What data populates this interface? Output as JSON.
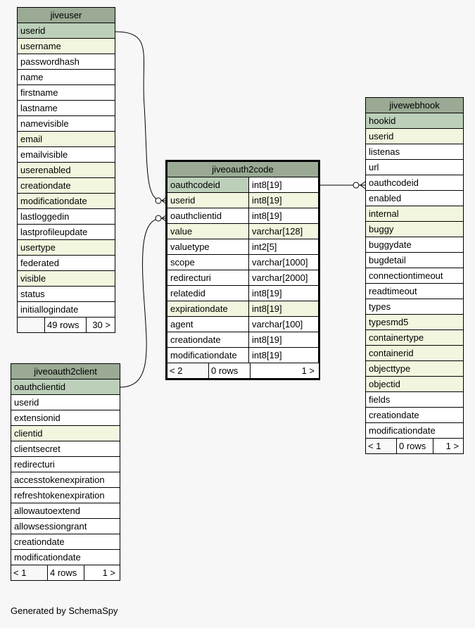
{
  "tables": {
    "jiveuser": {
      "name": "jiveuser",
      "rows": [
        {
          "name": "userid",
          "kind": "pk"
        },
        {
          "name": "username",
          "kind": "fk"
        },
        {
          "name": "passwordhash",
          "kind": "col"
        },
        {
          "name": "name",
          "kind": "col"
        },
        {
          "name": "firstname",
          "kind": "col"
        },
        {
          "name": "lastname",
          "kind": "col"
        },
        {
          "name": "namevisible",
          "kind": "col"
        },
        {
          "name": "email",
          "kind": "fk"
        },
        {
          "name": "emailvisible",
          "kind": "col"
        },
        {
          "name": "userenabled",
          "kind": "fk"
        },
        {
          "name": "creationdate",
          "kind": "fk"
        },
        {
          "name": "modificationdate",
          "kind": "fk"
        },
        {
          "name": "lastloggedin",
          "kind": "col"
        },
        {
          "name": "lastprofileupdate",
          "kind": "col"
        },
        {
          "name": "usertype",
          "kind": "fk"
        },
        {
          "name": "federated",
          "kind": "col"
        },
        {
          "name": "visible",
          "kind": "fk"
        },
        {
          "name": "status",
          "kind": "col"
        },
        {
          "name": "initiallogindate",
          "kind": "col"
        }
      ],
      "footer": [
        "",
        "49 rows",
        "30 >"
      ]
    },
    "jiveoauth2client": {
      "name": "jiveoauth2client",
      "rows": [
        {
          "name": "oauthclientid",
          "kind": "pk"
        },
        {
          "name": "userid",
          "kind": "col"
        },
        {
          "name": "extensionid",
          "kind": "col"
        },
        {
          "name": "clientid",
          "kind": "fk"
        },
        {
          "name": "clientsecret",
          "kind": "col"
        },
        {
          "name": "redirecturi",
          "kind": "col"
        },
        {
          "name": "accesstokenexpiration",
          "kind": "col"
        },
        {
          "name": "refreshtokenexpiration",
          "kind": "col"
        },
        {
          "name": "allowautoextend",
          "kind": "col"
        },
        {
          "name": "allowsessiongrant",
          "kind": "col"
        },
        {
          "name": "creationdate",
          "kind": "col"
        },
        {
          "name": "modificationdate",
          "kind": "col"
        }
      ],
      "footer": [
        "< 1",
        "4 rows",
        "1 >"
      ]
    },
    "jiveoauth2code": {
      "name": "jiveoauth2code",
      "rows": [
        {
          "name": "oauthcodeid",
          "type": "int8[19]",
          "kind": "pk"
        },
        {
          "name": "userid",
          "type": "int8[19]",
          "kind": "fk"
        },
        {
          "name": "oauthclientid",
          "type": "int8[19]",
          "kind": "col"
        },
        {
          "name": "value",
          "type": "varchar[128]",
          "kind": "fk"
        },
        {
          "name": "valuetype",
          "type": "int2[5]",
          "kind": "col"
        },
        {
          "name": "scope",
          "type": "varchar[1000]",
          "kind": "col"
        },
        {
          "name": "redirecturi",
          "type": "varchar[2000]",
          "kind": "col"
        },
        {
          "name": "relatedid",
          "type": "int8[19]",
          "kind": "col"
        },
        {
          "name": "expirationdate",
          "type": "int8[19]",
          "kind": "fk"
        },
        {
          "name": "agent",
          "type": "varchar[100]",
          "kind": "col"
        },
        {
          "name": "creationdate",
          "type": "int8[19]",
          "kind": "col"
        },
        {
          "name": "modificationdate",
          "type": "int8[19]",
          "kind": "col"
        }
      ],
      "footer": [
        "< 2",
        "0 rows",
        "1 >"
      ]
    },
    "jivewebhook": {
      "name": "jivewebhook",
      "rows": [
        {
          "name": "hookid",
          "kind": "pk"
        },
        {
          "name": "userid",
          "kind": "fk"
        },
        {
          "name": "listenas",
          "kind": "col"
        },
        {
          "name": "url",
          "kind": "col"
        },
        {
          "name": "oauthcodeid",
          "kind": "col"
        },
        {
          "name": "enabled",
          "kind": "col"
        },
        {
          "name": "internal",
          "kind": "fk"
        },
        {
          "name": "buggy",
          "kind": "fk"
        },
        {
          "name": "buggydate",
          "kind": "col"
        },
        {
          "name": "bugdetail",
          "kind": "col"
        },
        {
          "name": "connectiontimeout",
          "kind": "col"
        },
        {
          "name": "readtimeout",
          "kind": "col"
        },
        {
          "name": "types",
          "kind": "col"
        },
        {
          "name": "typesmd5",
          "kind": "fk"
        },
        {
          "name": "containertype",
          "kind": "fk"
        },
        {
          "name": "containerid",
          "kind": "fk"
        },
        {
          "name": "objecttype",
          "kind": "fk"
        },
        {
          "name": "objectid",
          "kind": "fk"
        },
        {
          "name": "fields",
          "kind": "col"
        },
        {
          "name": "creationdate",
          "kind": "col"
        },
        {
          "name": "modificationdate",
          "kind": "col"
        }
      ],
      "footer": [
        "< 1",
        "0 rows",
        "1 >"
      ]
    }
  },
  "footer_text": "Generated by SchemaSpy"
}
